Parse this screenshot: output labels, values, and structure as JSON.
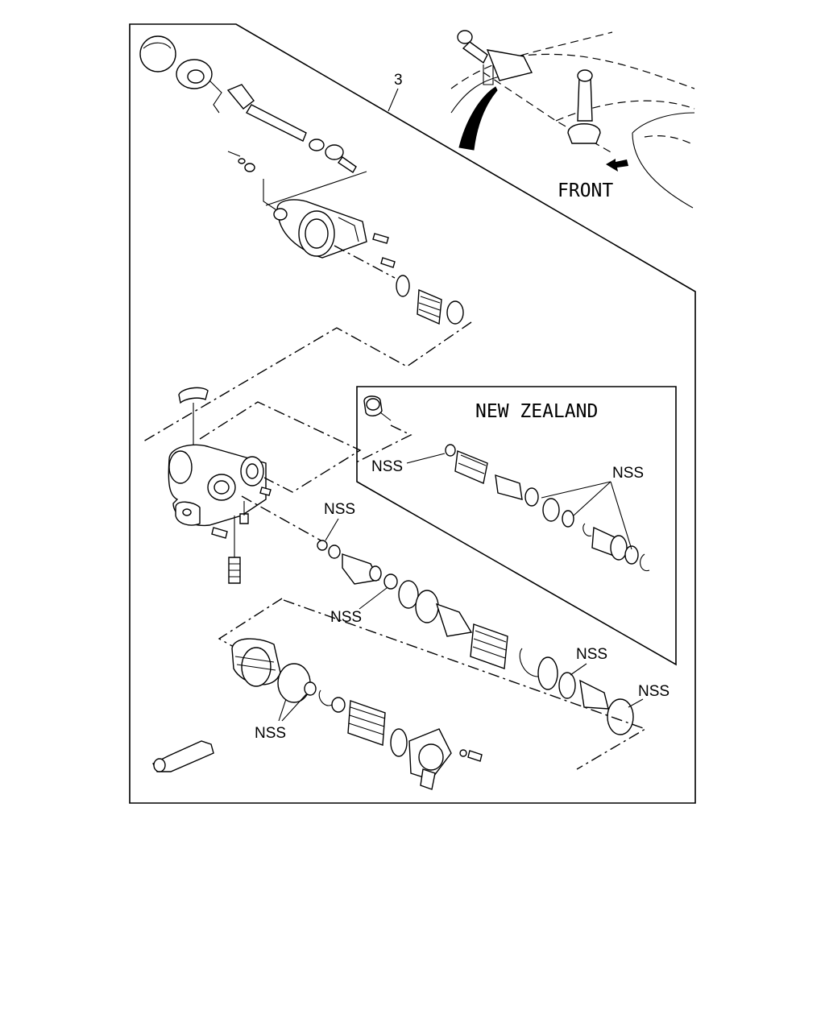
{
  "callouts": {
    "part_number": "3",
    "front_label": "FRONT",
    "region_label": "NEW ZEALAND",
    "nss_1": "NSS",
    "nss_2": "NSS",
    "nss_3": "NSS",
    "nss_4": "NSS",
    "nss_5": "NSS",
    "nss_6": "NSS",
    "nss_7": "NSS"
  }
}
